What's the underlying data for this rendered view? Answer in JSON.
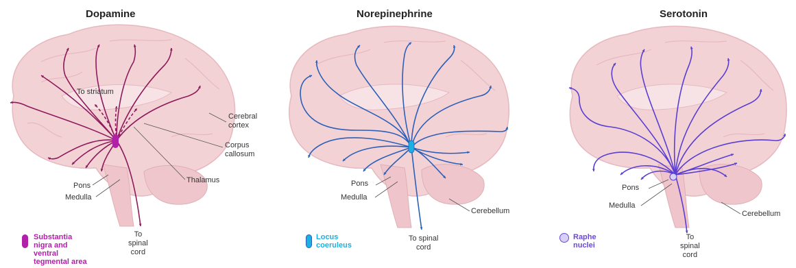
{
  "panels": [
    {
      "title": "Dopamine",
      "color": "#8e1a5c",
      "labels": {
        "striatum": "To striatum",
        "cortex": "Cerebral\ncortex",
        "callosum": "Corpus\ncallosum",
        "thalamus": "Thalamus",
        "pons": "Pons",
        "medulla": "Medulla",
        "spinal": "To\nspinal\ncord"
      },
      "legend": {
        "text": "Substantia\nnigra and\nventral\ntegmental area",
        "color": "#b021a8",
        "icon": "pill-marker-icon"
      }
    },
    {
      "title": "Norepinephrine",
      "color": "#2b5fb8",
      "labels": {
        "pons": "Pons",
        "medulla": "Medulla",
        "cerebellum": "Cerebellum",
        "spinal": "To spinal\ncord"
      },
      "legend": {
        "text": "Locus\ncoeruleus",
        "color": "#1ab0e0",
        "icon": "pill-marker-icon"
      }
    },
    {
      "title": "Serotonin",
      "color": "#5a3ed0",
      "labels": {
        "pons": "Pons",
        "medulla": "Medulla",
        "cerebellum": "Cerebellum",
        "spinal": "To\nspinal\ncord"
      },
      "legend": {
        "text": "Raphe\nnuclei",
        "color": "#6a48d8",
        "icon": "circle-marker-icon"
      }
    }
  ]
}
